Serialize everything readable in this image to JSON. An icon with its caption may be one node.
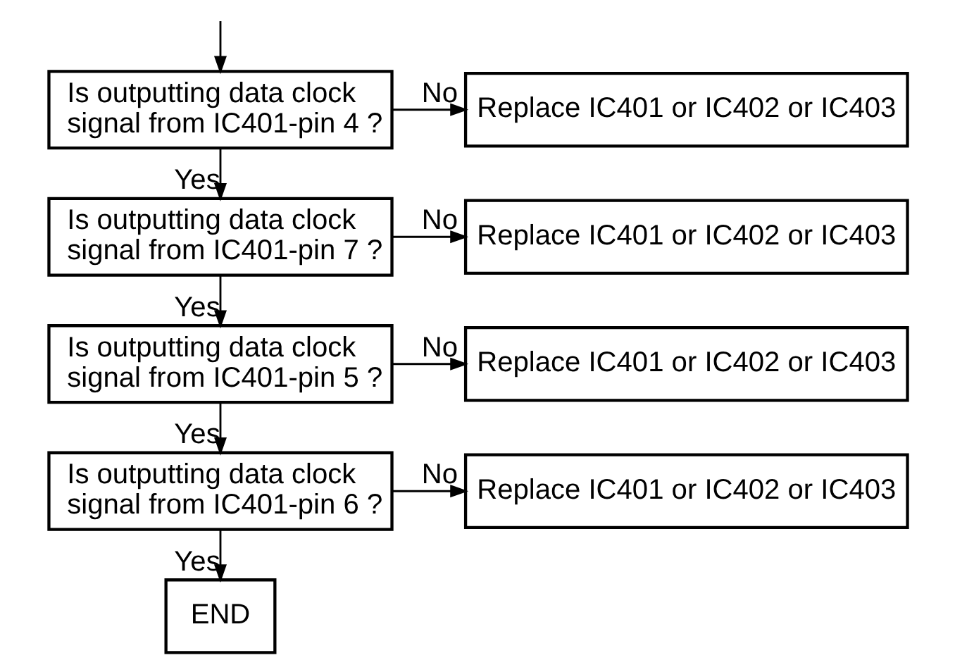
{
  "diagram": {
    "nodes": [
      {
        "text": [
          "Is outputting data clock signal from IC401-pin 4 ?"
        ]
      },
      {
        "text": [
          "Replace IC401 or IC402 or IC403"
        ]
      },
      {
        "text": [
          "Is outputting data clock signal from IC401-pin 7 ?"
        ]
      },
      {
        "text": [
          "Replace IC401 or IC402 or IC403"
        ]
      },
      {
        "text": [
          "Is outputting data clock signal from IC401-pin 5 ?"
        ]
      },
      {
        "text": [
          "Replace IC401 or IC402 or IC403"
        ]
      },
      {
        "text": [
          "Is outputting data clock signal from IC401-pin 6 ?"
        ]
      },
      {
        "text": [
          "Replace IC401 or IC402 or IC403"
        ]
      },
      {
        "text": [
          "END"
        ]
      }
    ],
    "edges": [
      {
        "from": null,
        "to": 0,
        "arrow": "to"
      },
      {
        "from": 0,
        "to": 1,
        "arrow": "to",
        "label": "No"
      },
      {
        "from": 0,
        "to": 2,
        "arrow": "to",
        "label": "Yes"
      },
      {
        "from": 2,
        "to": 3,
        "arrow": "to",
        "label": "No"
      },
      {
        "from": 2,
        "to": 4,
        "arrow": "to",
        "label": "Yes"
      },
      {
        "from": 4,
        "to": 5,
        "arrow": "to",
        "label": "No"
      },
      {
        "from": 4,
        "to": 6,
        "arrow": "to",
        "label": "Yes"
      },
      {
        "from": 6,
        "to": 7,
        "arrow": "to",
        "label": "No"
      },
      {
        "from": 6,
        "to": 8,
        "arrow": "to",
        "label": "Yes"
      }
    ]
  }
}
